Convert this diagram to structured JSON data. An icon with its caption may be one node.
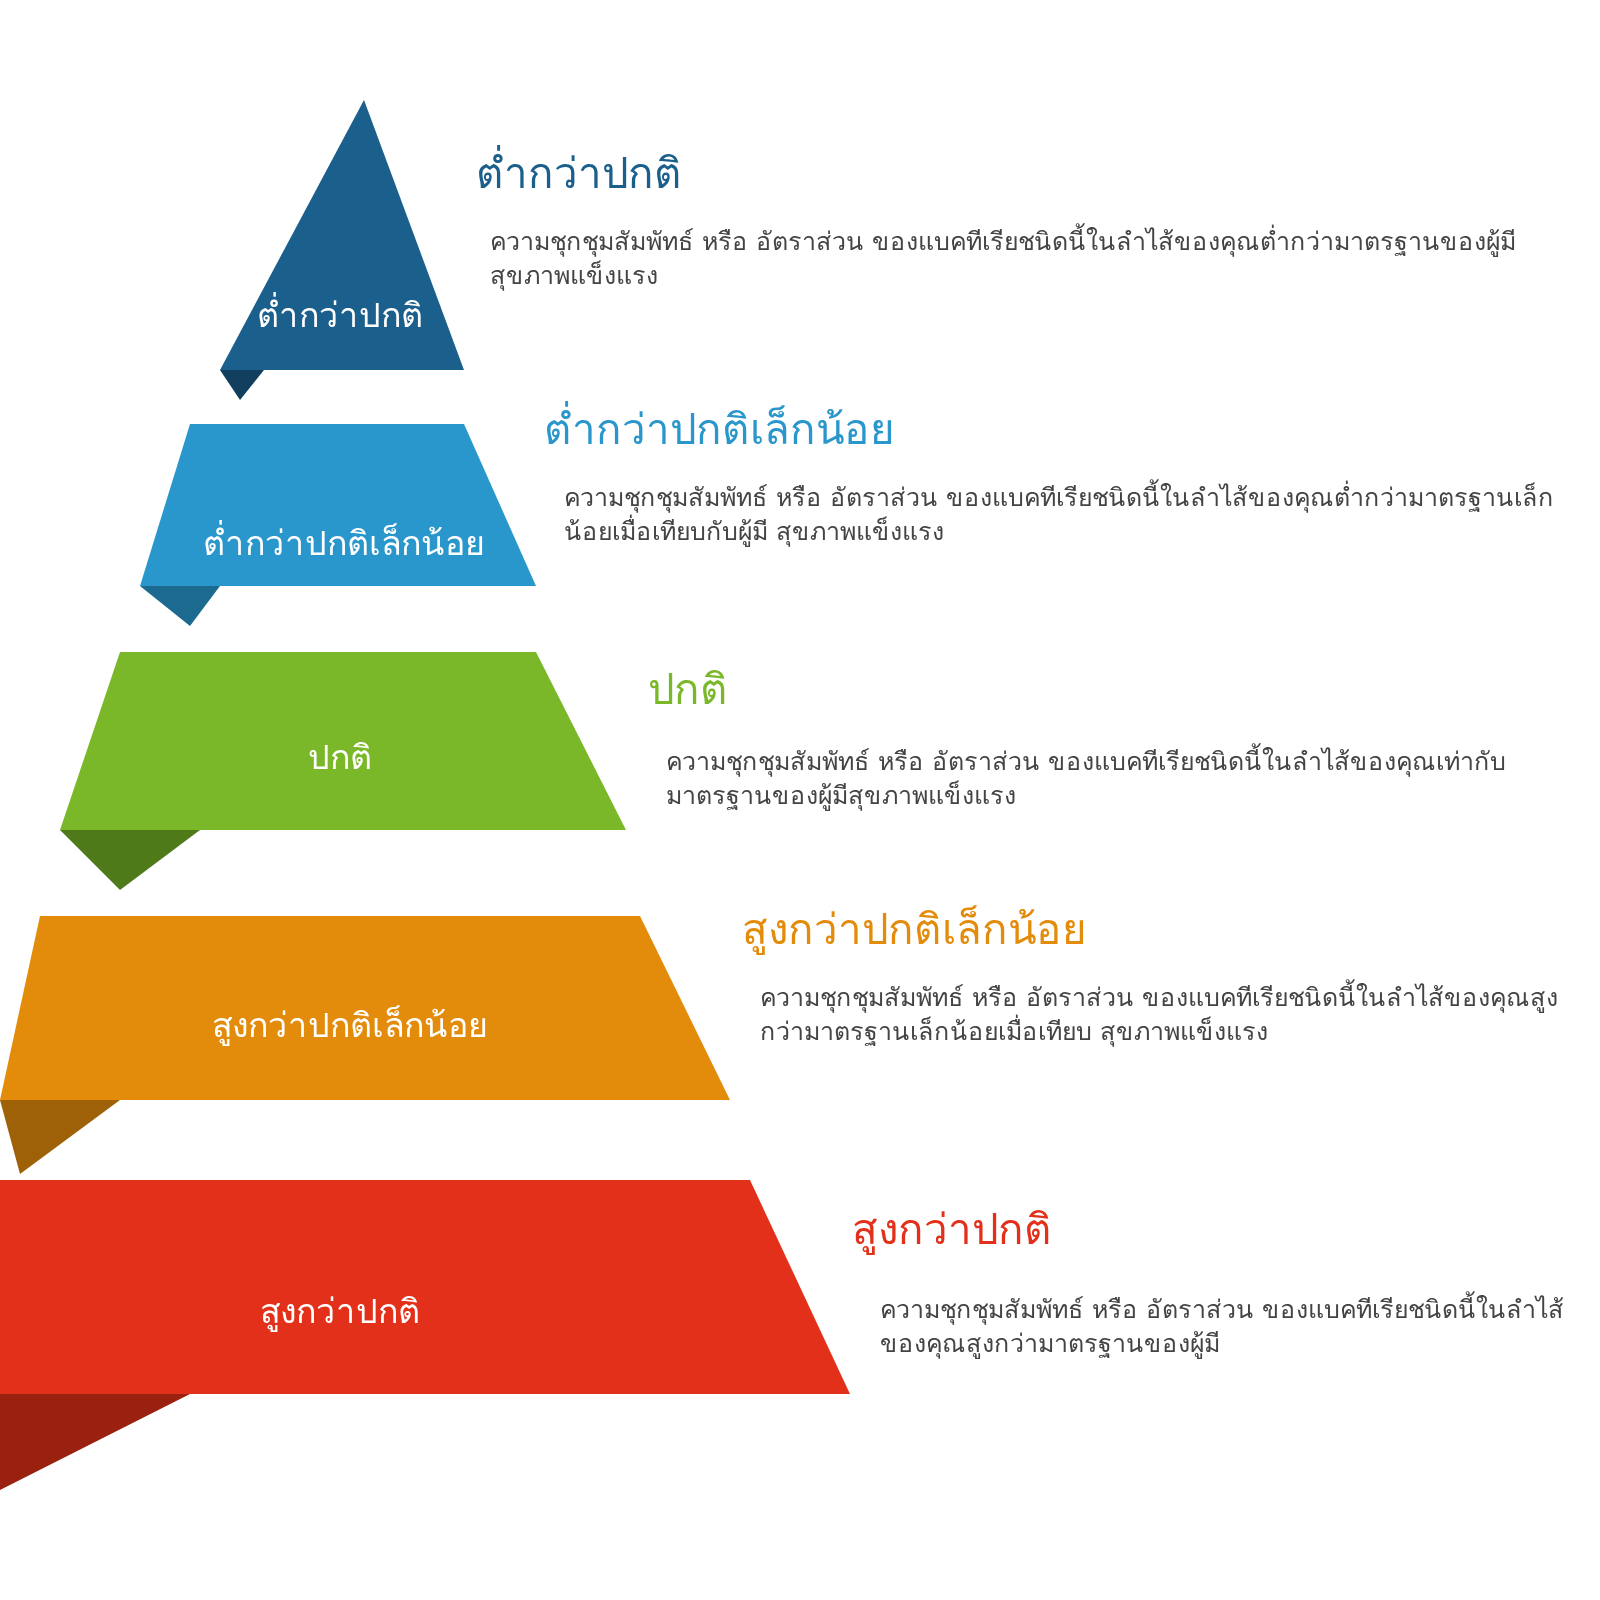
{
  "diagram": {
    "nodes": [
      {
        "text": [
          "ต่ำกว่าปกติ"
        ],
        "beside": [
          "ต่ำกว่าปกติ",
          "ความชุกชุมสัมพัทธ์ หรือ อัตราส่วน ของแบคทีเรียชนิดนี้ในลำไส้ของคุณต่ำกว่ามาตรฐานของผู้มีสุขภาพแข็งแรง"
        ]
      },
      {
        "text": [
          "ต่ำกว่าปกติเล็กน้อย"
        ],
        "beside": [
          "ต่ำกว่าปกติเล็กน้อย",
          "ความชุกชุมสัมพัทธ์ หรือ อัตราส่วน ของแบคทีเรียชนิดนี้ในลำไส้ของคุณต่ำกว่ามาตรฐานเล็กน้อยเมื่อเทียบกับผู้มี สุขภาพแข็งแรง"
        ]
      },
      {
        "text": [
          "ปกติ"
        ],
        "beside": [
          "ปกติ",
          "ความชุกชุมสัมพัทธ์ หรือ อัตราส่วน ของแบคทีเรียชนิดนี้ในลำไส้ของคุณเท่ากับมาตรฐานของผู้มีสุขภาพแข็งแรง"
        ]
      },
      {
        "text": [
          "สูงกว่าปกติเล็กน้อย"
        ],
        "beside": [
          "สูงกว่าปกติเล็กน้อย",
          "ความชุกชุมสัมพัทธ์ หรือ อัตราส่วน ของแบคทีเรียชนิดนี้ในลำไส้ของคุณสูงกว่ามาตรฐานเล็กน้อยเมื่อเทียบ สุขภาพแข็งแรง"
        ]
      },
      {
        "text": [
          "สูงกว่าปกติ"
        ],
        "beside": [
          "สูงกว่าปกติ",
          "ความชุกชุมสัมพัทธ์ หรือ อัตราส่วน ของแบคทีเรียชนิดนี้ในลำไส้ของคุณสูงกว่ามาตรฐานของผู้มี"
        ]
      }
    ],
    "edges": []
  }
}
